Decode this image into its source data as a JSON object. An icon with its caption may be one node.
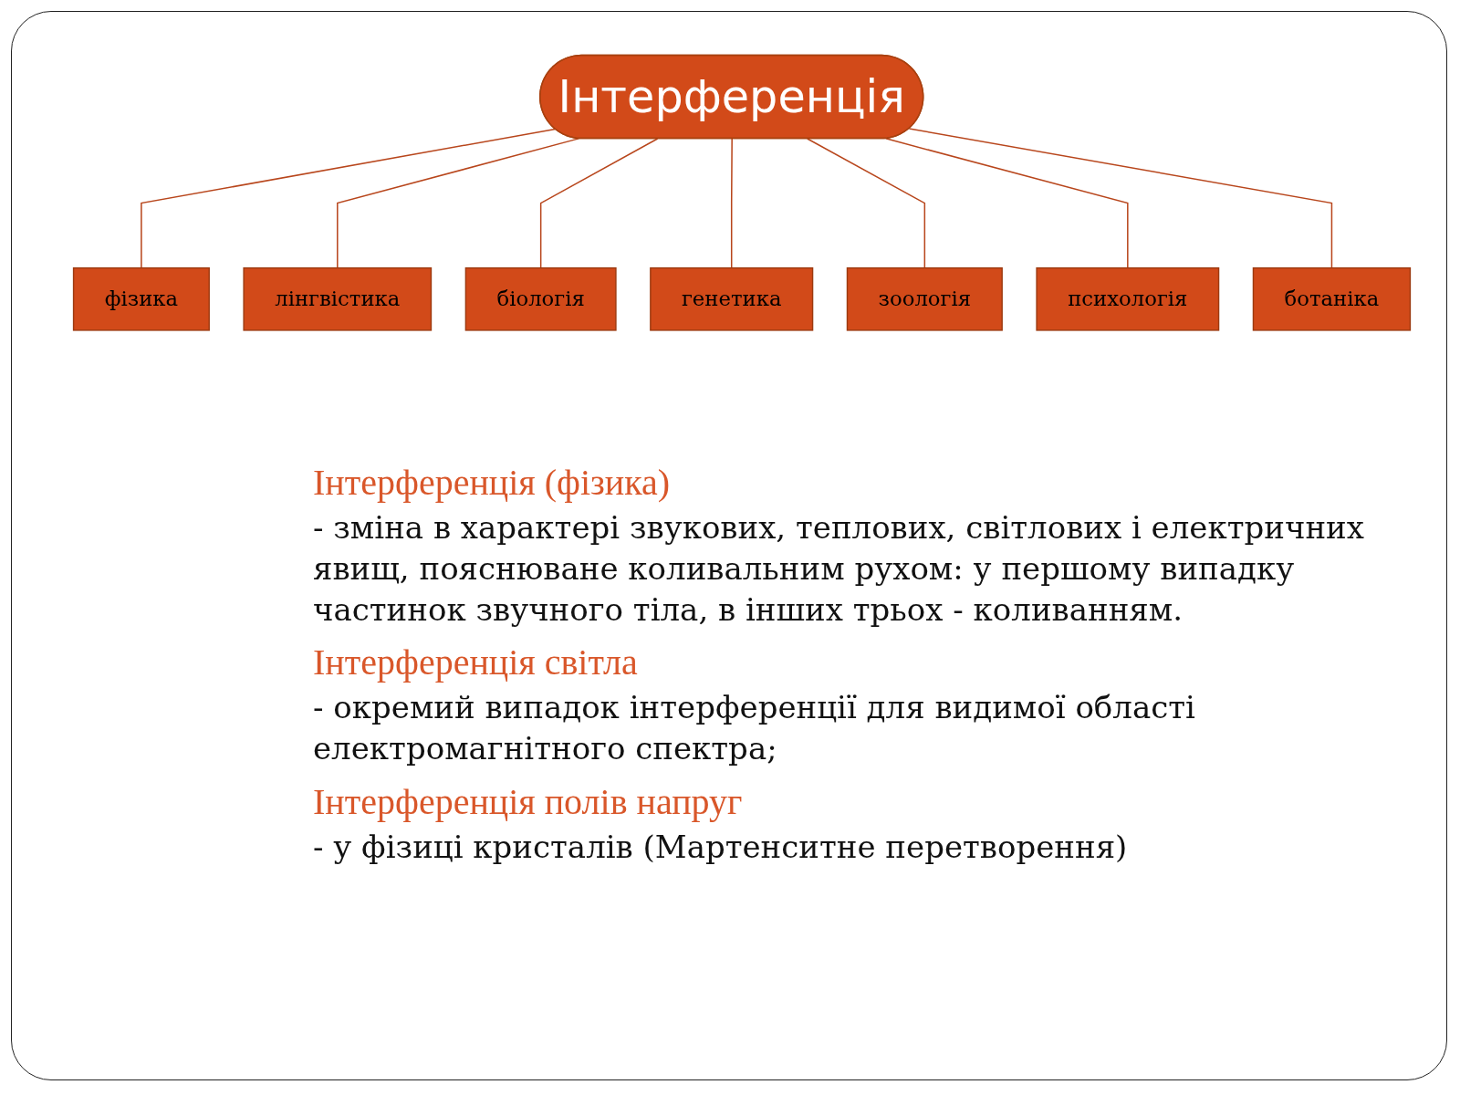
{
  "diagram": {
    "nodes": [
      {
        "text": [
          "Інтерференція"
        ]
      },
      {
        "text": [
          "фізика"
        ]
      },
      {
        "text": [
          "лінгвістика"
        ]
      },
      {
        "text": [
          "біологія"
        ]
      },
      {
        "text": [
          "генетика"
        ]
      },
      {
        "text": [
          "зоологія"
        ]
      },
      {
        "text": [
          "психологія"
        ]
      },
      {
        "text": [
          "ботаніка"
        ]
      }
    ],
    "edges": [
      {
        "from": 0,
        "to": 1,
        "arrow": "none"
      },
      {
        "from": 0,
        "to": 2,
        "arrow": "none"
      },
      {
        "from": 0,
        "to": 3,
        "arrow": "none"
      },
      {
        "from": 0,
        "to": 4,
        "arrow": "none"
      },
      {
        "from": 0,
        "to": 5,
        "arrow": "none"
      },
      {
        "from": 0,
        "to": 6,
        "arrow": "none"
      },
      {
        "from": 0,
        "to": 7,
        "arrow": "none"
      }
    ],
    "labels": [
      "Інтерференція (фізика)",
      "- зміна в характері звукових, теплових, світлових і електричних явищ, пояснюване коливальним рухом: у першому випадку частинок звучного тіла, в інших трьох - коливанням.",
      "Інтерференція світла",
      "- окремий випадок інтерференції для видимої області електромагнітного спектра;",
      "Інтерференція полів напруг",
      "- у фізиці кристалів (Мартенситне перетворення)"
    ]
  }
}
